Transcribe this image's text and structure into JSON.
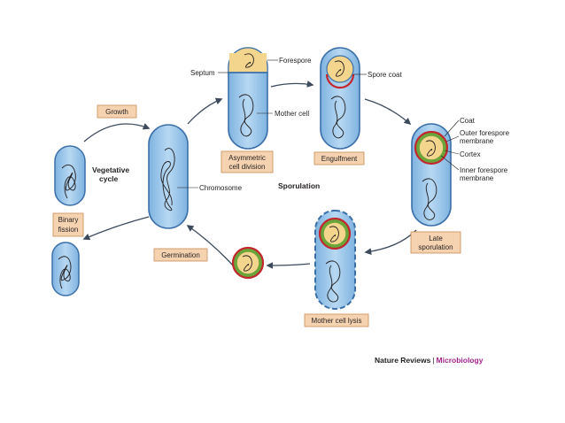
{
  "labels": {
    "vegetative_cycle": [
      "Vegetative",
      "cycle"
    ],
    "sporulation": "Sporulation",
    "chromosome": "Chromosome",
    "septum": "Septum",
    "forespore": "Forespore",
    "mother_cell": "Mother cell",
    "spore_coat": "Spore coat",
    "coat": "Coat",
    "outer_forespore_membrane": [
      "Outer forespore",
      "membrane"
    ],
    "cortex": "Cortex",
    "inner_forespore_membrane": [
      "Inner forespore",
      "membrane"
    ]
  },
  "stage_boxes": {
    "growth": [
      "Growth"
    ],
    "binary_fission": [
      "Binary",
      "fission"
    ],
    "asymmetric_cell_division": [
      "Asymmetric",
      "cell division"
    ],
    "engulfment": [
      "Engulfment"
    ],
    "late_sporulation": [
      "Late",
      "sporulation"
    ],
    "mother_cell_lysis": [
      "Mother cell lysis"
    ],
    "germination": [
      "Germination"
    ]
  },
  "footer": {
    "journal": "Nature Reviews",
    "separator": "|",
    "subject": "Microbiology"
  },
  "colors": {
    "cell_fill": "#9ec8ea",
    "cell_stroke": "#3b6fa8",
    "forespore_fill": "#f4d58d",
    "box_fill": "#f6d3b0",
    "box_stroke": "#c98a55",
    "spore_coat": "#c2272d",
    "cortex_green": "#6ba43a",
    "arrow": "#3c4a5c",
    "journal_accent": "#a3238e"
  }
}
